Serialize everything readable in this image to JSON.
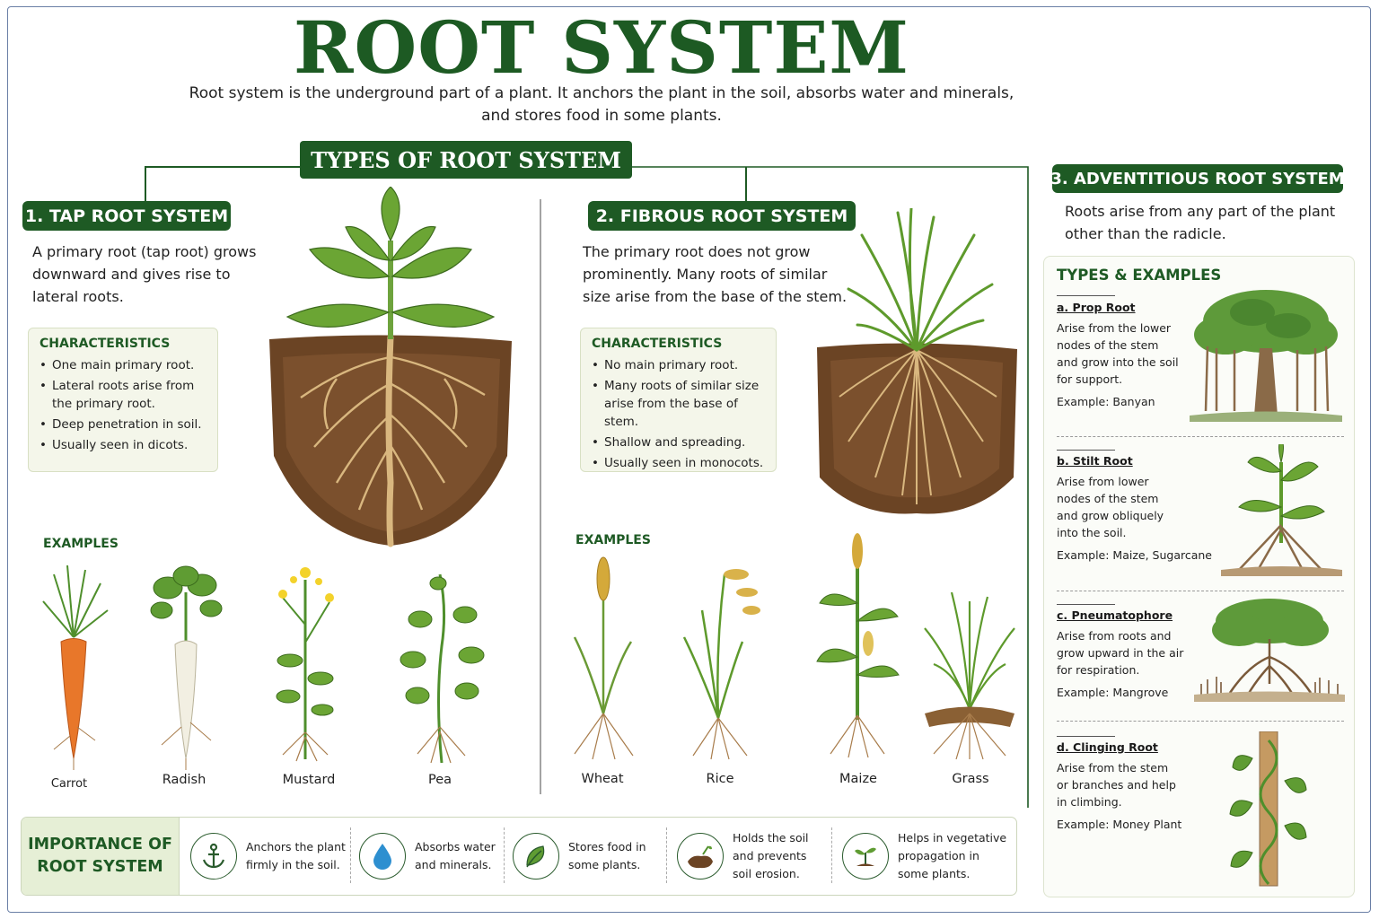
{
  "title": "ROOT SYSTEM",
  "intro_line1": "Root system is the underground part of a plant. It anchors the plant in the soil, absorbs water and minerals,",
  "intro_line2": "and stores food in some plants.",
  "types_title": "TYPES OF ROOT SYSTEM",
  "tap": {
    "title": "1. TAP ROOT SYSTEM",
    "desc": [
      "A primary root (tap root) grows",
      "downward and gives rise to",
      "lateral roots."
    ],
    "char_title": "CHARACTERISTICS",
    "chars": [
      "One main primary root.",
      "Lateral roots arise from the primary root.",
      "Deep penetration in soil.",
      "Usually seen in dicots."
    ],
    "examples_title": "EXAMPLES",
    "examples": [
      "Carrot",
      "Radish",
      "Mustard",
      "Pea"
    ]
  },
  "fibrous": {
    "title": "2. FIBROUS ROOT SYSTEM",
    "desc": [
      "The primary root does not grow",
      "prominently. Many roots of similar",
      "size arise from the base of the stem."
    ],
    "char_title": "CHARACTERISTICS",
    "chars": [
      "No main primary root.",
      "Many roots of similar size arise from the base of stem.",
      "Shallow and spreading.",
      "Usually seen in monocots."
    ],
    "examples_title": "EXAMPLES",
    "examples": [
      "Wheat",
      "Rice",
      "Maize",
      "Grass"
    ]
  },
  "adventitious": {
    "title": "3. ADVENTITIOUS ROOT SYSTEM",
    "desc": [
      "Roots arise from any part of the plant",
      "other than the radicle."
    ],
    "types_title": "TYPES & EXAMPLES",
    "items": [
      {
        "name": "a. Prop Root",
        "text": [
          "Arise from the lower",
          "nodes of the stem",
          "and grow into the soil",
          "for support."
        ],
        "example": "Example: Banyan"
      },
      {
        "name": "b. Stilt Root",
        "text": [
          "Arise from lower",
          "nodes of the stem",
          "and grow obliquely",
          "into the soil."
        ],
        "example": "Example: Maize, Sugarcane"
      },
      {
        "name": "c. Pneumatophore",
        "text": [
          "Arise from roots and",
          "grow upward in the air",
          "for respiration."
        ],
        "example": "Example: Mangrove"
      },
      {
        "name": "d. Clinging Root",
        "text": [
          "Arise from the stem",
          "or branches and help",
          "in climbing."
        ],
        "example": "Example: Money Plant"
      }
    ]
  },
  "importance": {
    "title": [
      "IMPORTANCE OF",
      "ROOT SYSTEM"
    ],
    "items": [
      {
        "icon": "anchor-icon",
        "text": [
          "Anchors the plant",
          "firmly in the soil."
        ]
      },
      {
        "icon": "water-drop-icon",
        "text": [
          "Absorbs water",
          "and minerals."
        ]
      },
      {
        "icon": "leaf-icon",
        "text": [
          "Stores food in",
          "some plants."
        ]
      },
      {
        "icon": "soil-icon",
        "text": [
          "Holds the soil",
          "and prevents",
          "soil erosion."
        ]
      },
      {
        "icon": "sprout-icon",
        "text": [
          "Helps in vegetative",
          "propagation in",
          "some plants."
        ]
      }
    ]
  },
  "colors": {
    "primary_green": "#1e5a24",
    "soil": "#6b4424",
    "root": "#d9b77f"
  }
}
